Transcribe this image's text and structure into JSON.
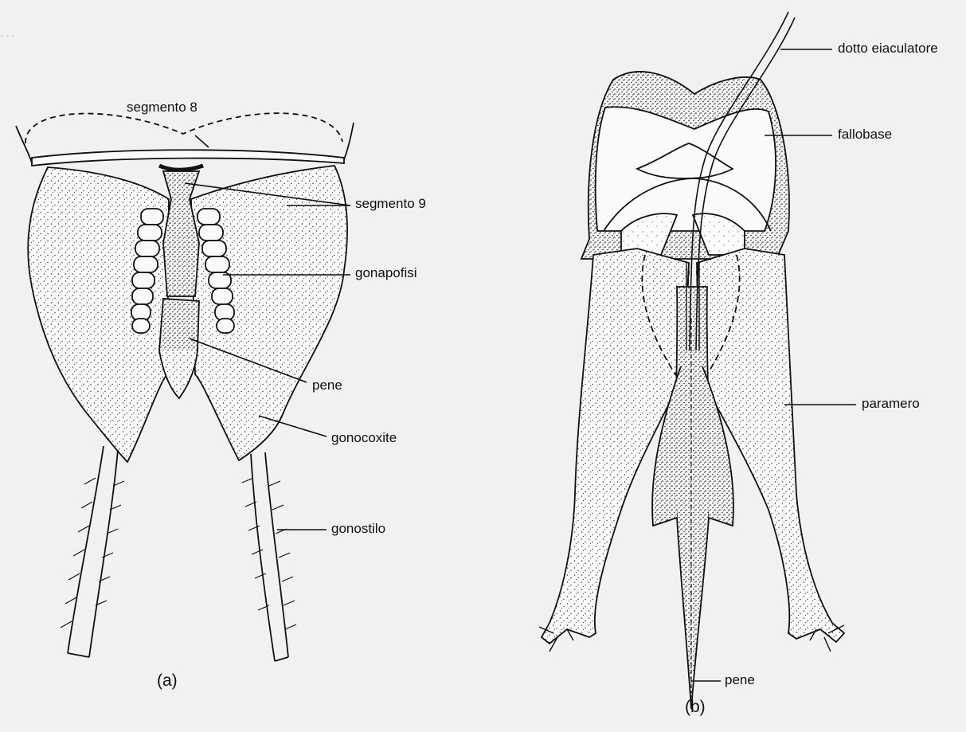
{
  "panel_a": {
    "panel_label": "(a)",
    "labels": {
      "segment8": "segmento 8",
      "segment9": "segmento 9",
      "gonapophyses": "gonapofisi",
      "penis": "pene",
      "gonocoxite": "gonocoxite",
      "gonostylus": "gonostilo"
    }
  },
  "panel_b": {
    "panel_label": "(b)",
    "labels": {
      "ejaculatory_duct": "dotto eiaculatore",
      "phallobase": "fallobase",
      "paramere": "paramero",
      "penis": "pene"
    }
  },
  "colors": {
    "background": "#f1f1ef",
    "ink": "#111111",
    "bleed_text": "#3c3c3c"
  }
}
